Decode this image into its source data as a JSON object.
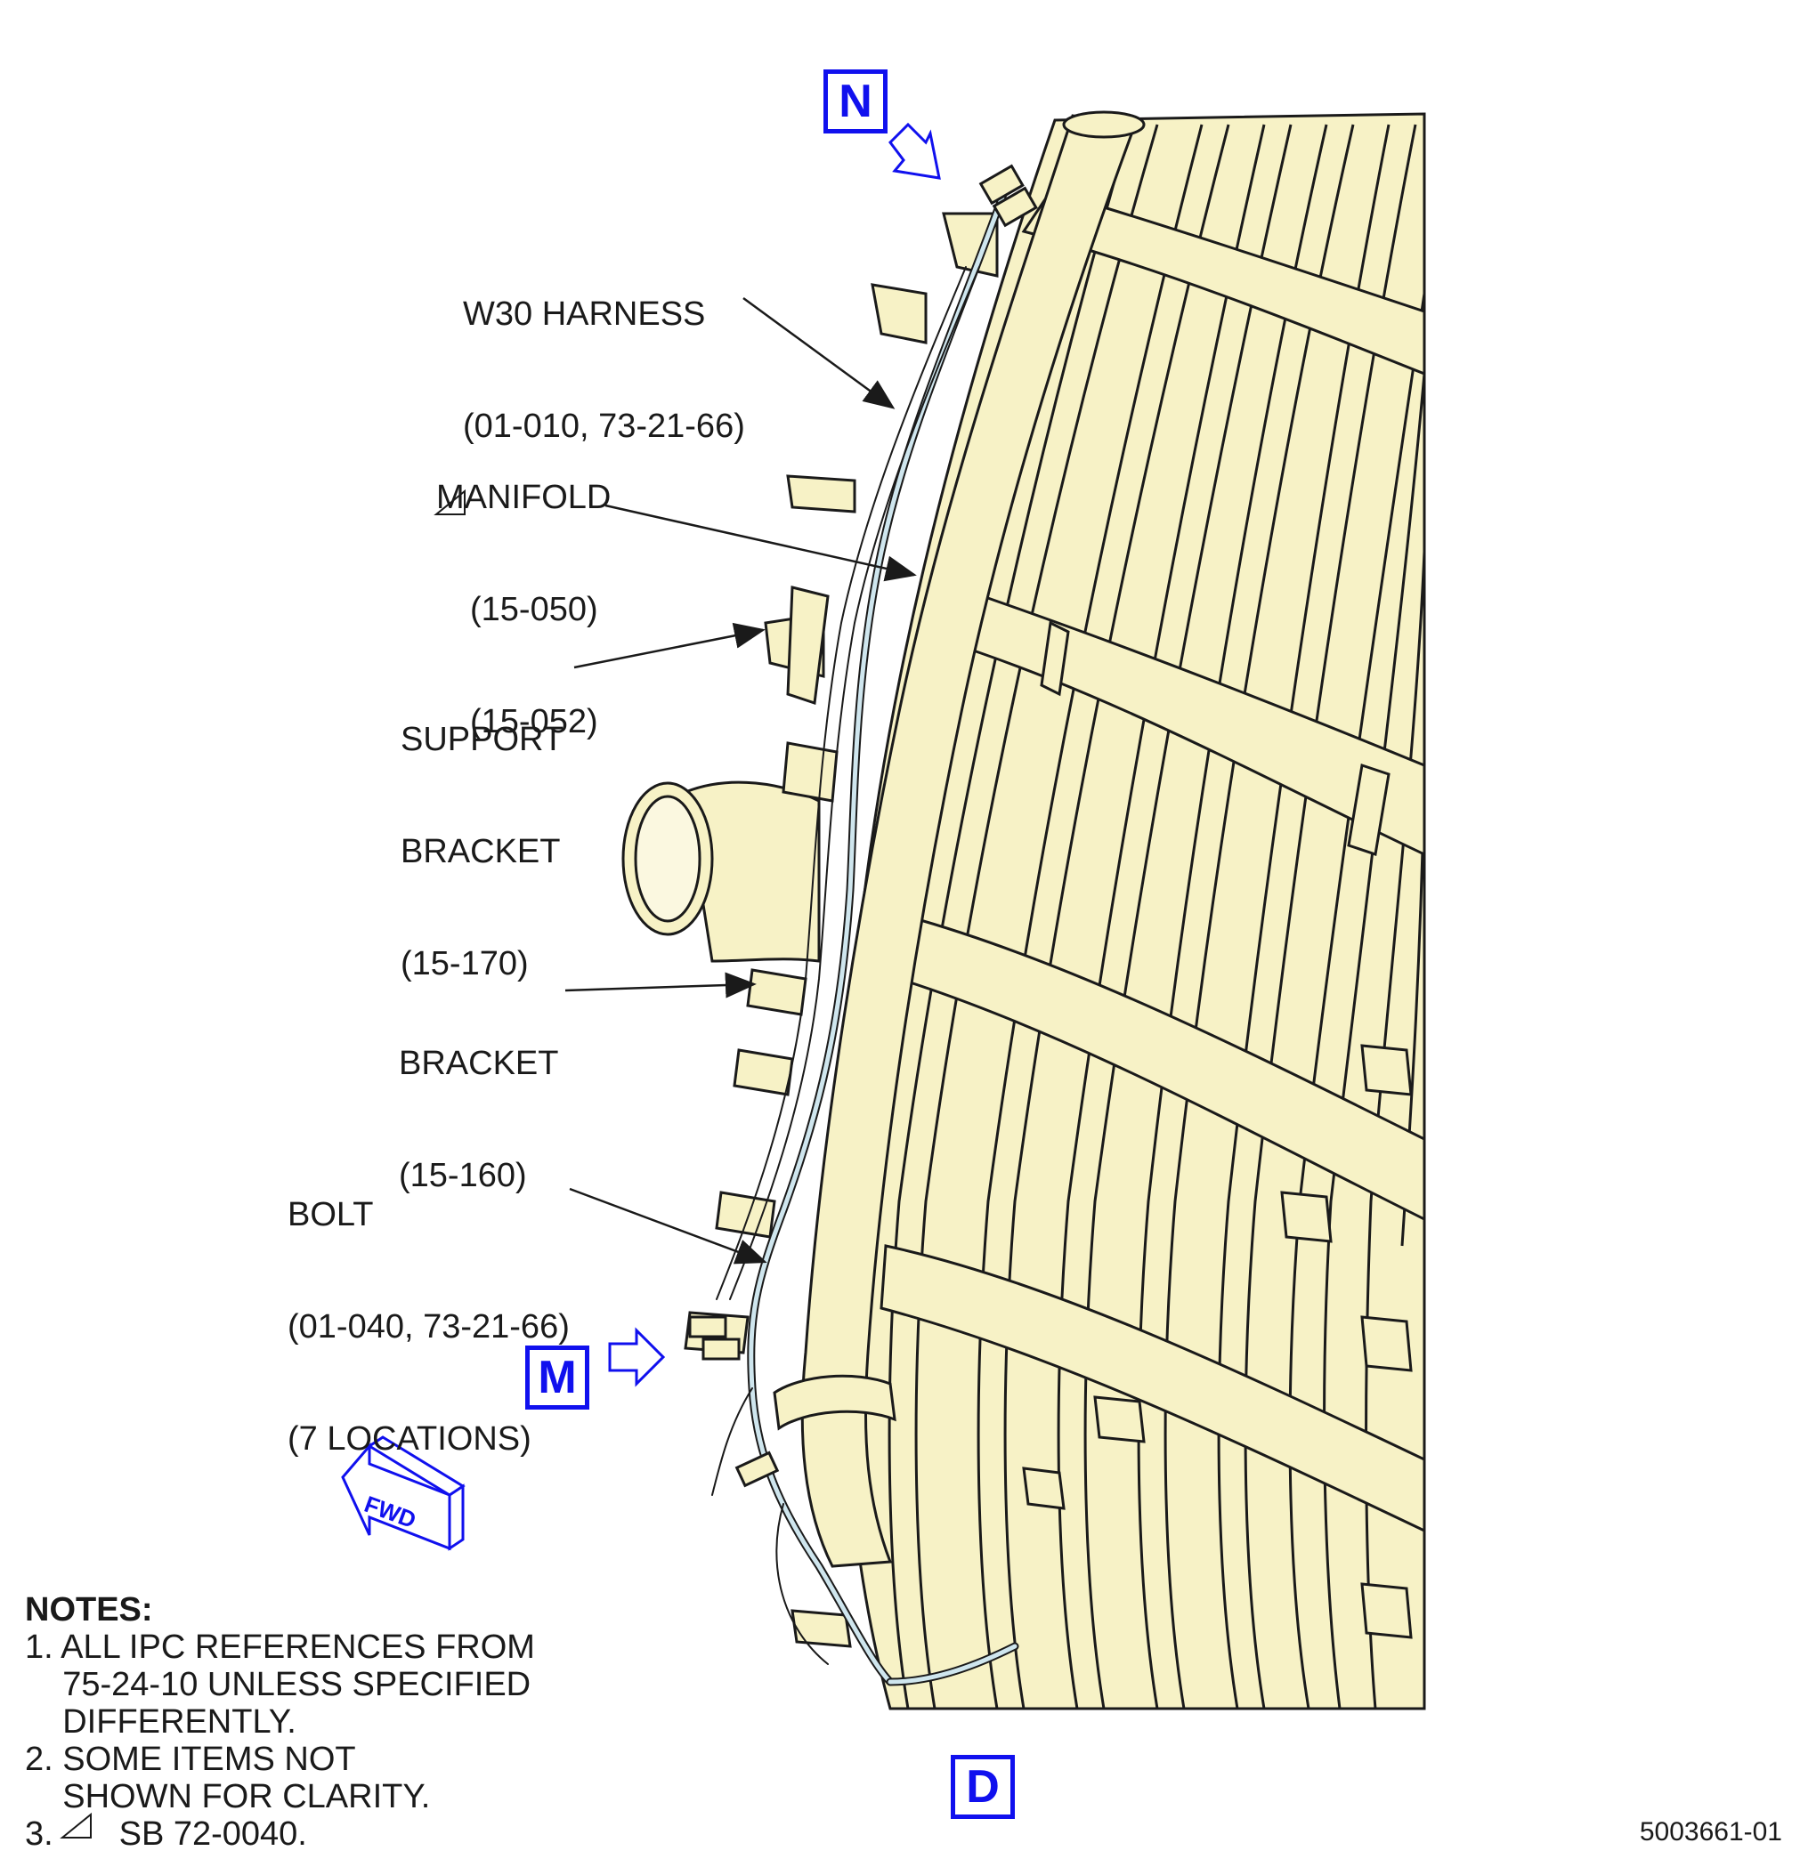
{
  "view_labels": {
    "top": "N",
    "side": "M",
    "bottom": "D"
  },
  "callouts": {
    "harness": [
      "W30 HARNESS",
      "(01-010, 73-21-66)"
    ],
    "manifold": [
      "MANIFOLD",
      "(15-050)",
      "(15-052)"
    ],
    "support_bracket": [
      "SUPPORT",
      "BRACKET",
      "(15-170)"
    ],
    "bracket": [
      "BRACKET",
      "(15-160)"
    ],
    "bolt": [
      "BOLT",
      "(01-040, 73-21-66)",
      "(7 LOCATIONS)"
    ]
  },
  "fwd_label": "FWD",
  "notes": {
    "title": "NOTES:",
    "items": [
      "1. ALL IPC REFERENCES FROM",
      "    75-24-10 UNLESS SPECIFIED",
      "    DIFFERENTLY.",
      "2. SOME ITEMS NOT",
      "    SHOWN FOR CLARITY.",
      "3.       SB 72-0040."
    ]
  },
  "drawing_number": "5003661-01",
  "colors": {
    "part_fill": "#f7f2c6",
    "outline": "#1a1a1a",
    "harness": "#cfe6ee",
    "view_marker": "#1010ee"
  }
}
